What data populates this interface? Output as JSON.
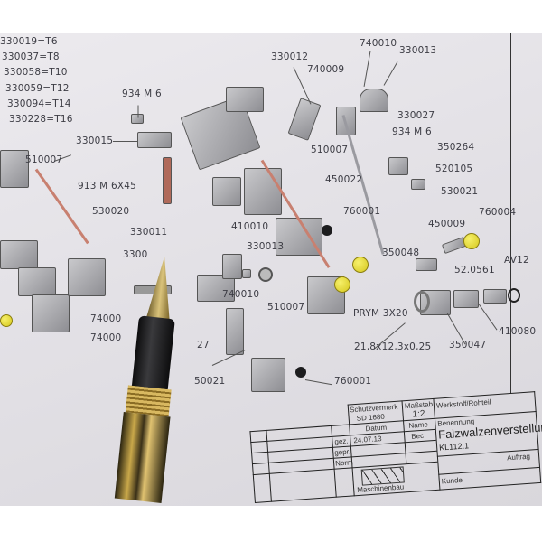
{
  "drawing": {
    "tool_codes": [
      "330019=T6",
      "330037=T8",
      "330058=T10",
      "330059=T12",
      "330094=T14",
      "330228=T16"
    ],
    "part_labels": {
      "screw_top_left": "934 M 6",
      "p330015": "330015",
      "p510007_left": "510007",
      "screw_913": "913 M 6X45",
      "p530020": "530020",
      "p330011": "330011",
      "p3300_hidden": "3300",
      "p74000_a": "74000",
      "p74000_b": "74000",
      "p330012": "330012",
      "p740010_top": "740010",
      "p330013_top": "330013",
      "p740009": "740009",
      "p330027": "330027",
      "screw_934_right": "934 M 6",
      "p510007_mid": "510007",
      "p350264": "350264",
      "p520105": "520105",
      "p450022": "450022",
      "p530021": "530021",
      "p410010": "410010",
      "p760001_mid": "760001",
      "p760004": "760004",
      "p450009": "450009",
      "p330013_mid": "330013",
      "p740010_mid": "740010",
      "p510007_low": "510007",
      "p350048": "350048",
      "p52_0561": "52.0561",
      "av12": "AV12",
      "prym": "PRYM 3X20",
      "washer": "21,8x12,3x0,25",
      "p350047": "350047",
      "p410080": "410080",
      "p27_hidden": "27",
      "p50021_hidden": "50021",
      "p760001_low": "760001"
    }
  },
  "title_block": {
    "protection": "Schutzvermerk",
    "scale_label": "Maßstab",
    "scale": "1:2",
    "number": "SD 1680",
    "date_label": "Datum",
    "name_label": "Name",
    "drawn_label": "gez.",
    "drawn_date": "24.07.13",
    "drawn_name": "Bec",
    "checked_label": "gepr.",
    "norm_label": "Norm",
    "material_label": "Werkstoff/Rohteil",
    "designation_label": "Benennung",
    "title": "Falzwalzenverstellung",
    "code": "KL112.1",
    "customer_label": "Kunde",
    "order_label": "Auftrag",
    "company": "Maschinenbau"
  }
}
